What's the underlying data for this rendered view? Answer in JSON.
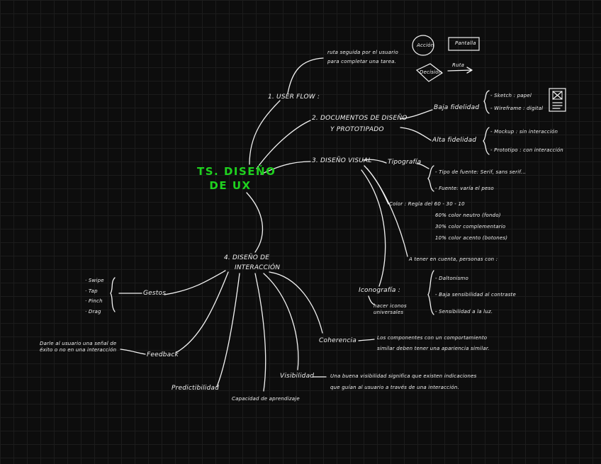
{
  "colors": {
    "background": "#0d0d0d",
    "grid": "#1c1c1c",
    "ink": "#f2f2f2",
    "title": "#1fd21f"
  },
  "title": {
    "line1": "TS. DISEÑO",
    "line2": "DE  UX"
  },
  "legend": {
    "action": "Acción",
    "screen": "Pantalla",
    "decision": "Decisión",
    "route": "Ruta"
  },
  "user_flow": {
    "label": "1. USER FLOW :",
    "note_line1": "ruta seguida por el usuario",
    "note_line2": "para completar una tarea."
  },
  "documents": {
    "label_line1": "2. DOCUMENTOS DE DISEÑO",
    "label_line2": "Y PROTOTIPADO",
    "low": {
      "label": "Baja fidelidad",
      "items": [
        "- Sketch : papel",
        "- Wireframe : digital"
      ]
    },
    "high": {
      "label": "Alta fidelidad",
      "items": [
        "- Mockup : sin interacción",
        "- Prototipo : con interacción"
      ]
    }
  },
  "visual": {
    "label": "3. DISEÑO VISUAL",
    "typography": {
      "label": "Tipografía",
      "items": [
        "- Tipo de fuente: Serif, sans serif...",
        "- Fuente: varía el peso"
      ]
    },
    "color": {
      "label": "Color :  Regla del 60 - 30 - 10",
      "items": [
        "60% color neutro (fondo)",
        "30% color complementario",
        "10% color acento (botones)"
      ]
    },
    "accessibility": {
      "label": "A  tener en cuenta, personas con :",
      "items": [
        "- Daltonismo",
        "- Baja sensibilidad al contraste",
        "- Sensibilidad a la luz."
      ]
    },
    "iconography": {
      "label": "Iconografía :",
      "note_line1": "hacer iconos",
      "note_line2": "universales"
    }
  },
  "interaction": {
    "label_line1": "4. DISEÑO DE",
    "label_line2": "INTERACCIÓN",
    "gestures": {
      "label": "Gestos",
      "items": [
        "· Swipe",
        "· Tap",
        "· Pinch",
        "· Drag"
      ]
    },
    "feedback": {
      "label": "Feedback",
      "note": "Darle al usuario una señal de éxito o no en una interacción"
    },
    "predictability": "Predictibilidad",
    "learnability": "Capacidad de aprendizaje",
    "visibility": {
      "label": "Visibilidad",
      "note_line1": "Una buena visibilidad significa que existen indicaciones",
      "note_line2": "que guían al usuario a través de una interacción."
    },
    "coherence": {
      "label": "Coherencia",
      "note_line1": "Los componentes con un comportamiento",
      "note_line2": "similar deben tener una apariencia similar."
    }
  }
}
